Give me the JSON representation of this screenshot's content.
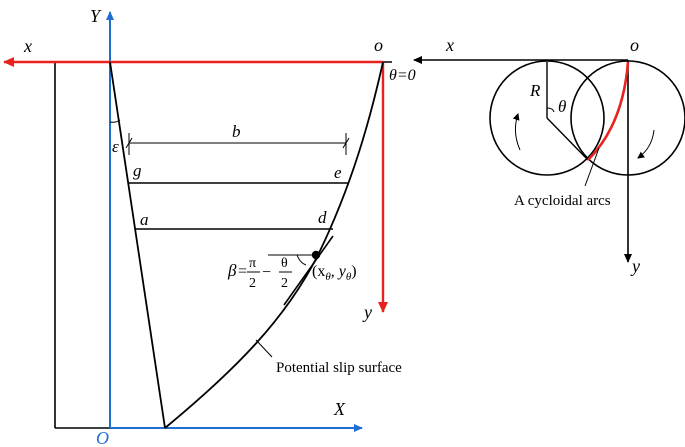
{
  "colors": {
    "blue": "#1f6fd1",
    "red": "#e8231f",
    "black": "#000000"
  },
  "labels": {
    "left_x": "x",
    "left_y": "Y",
    "left_o": "o",
    "theta0": "θ=0",
    "epsilon": "ε",
    "b": "b",
    "g": "g",
    "e": "e",
    "a": "a",
    "d": "d",
    "beta_sym": "β",
    "beta_eq": "=",
    "pi1": "π",
    "two1": "2",
    "minus": "−",
    "theta_frac": "θ",
    "two2": "2",
    "point_label": "(x",
    "point_sub1": "θ",
    "point_mid": ", y",
    "point_sub2": "θ",
    "point_close": ")",
    "y_red": "y",
    "potential": "Potential slip surface",
    "X_axis": "X",
    "O_origin": "O",
    "right_x": "x",
    "right_o": "o",
    "R": "R",
    "theta_right": "θ",
    "cycloid": "A cycloidal arcs",
    "right_y": "y"
  }
}
